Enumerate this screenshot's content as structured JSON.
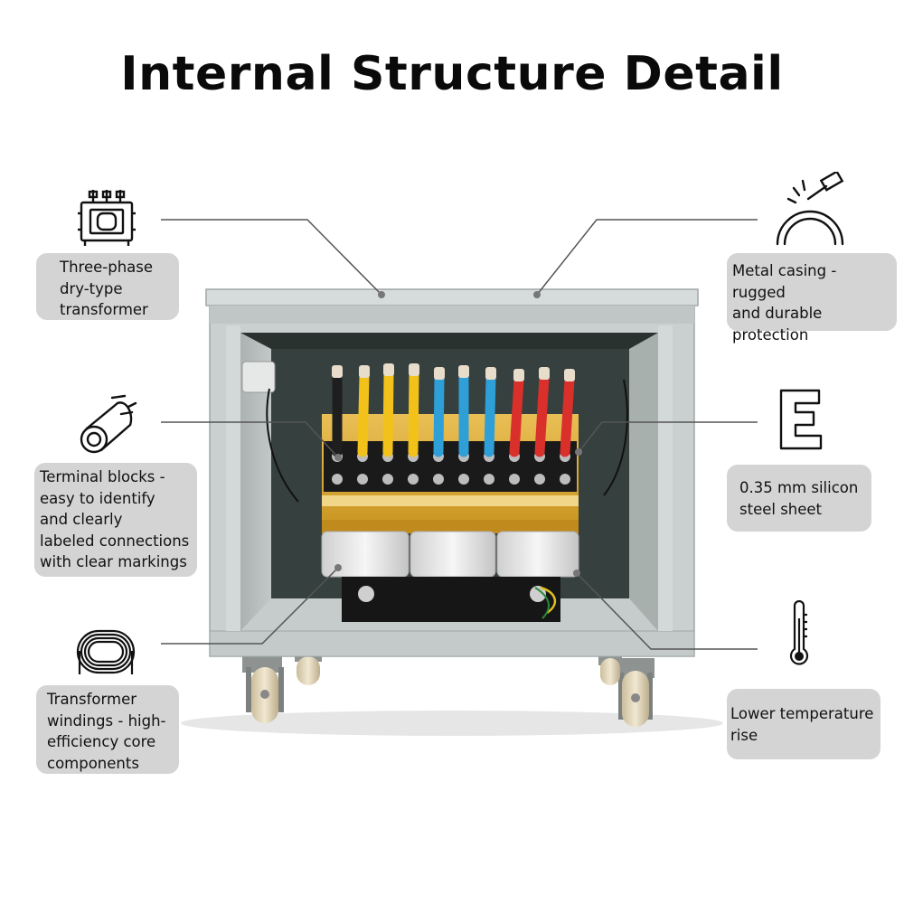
{
  "title": "Internal Structure Detail",
  "callouts": {
    "three_phase": "Three-phase\ndry-type\ntransformer",
    "metal_casing": "Metal casing - rugged\n and durable\nprotection",
    "terminal_blocks": "Terminal blocks -\neasy to identify\nand clearly\nlabeled connections\nwith clear markings",
    "silicon_steel": "0.35 mm silicon\nsteel sheet",
    "windings": "Transformer\nwindings - high-\nefficiency core\ncomponents",
    "temperature": "Lower temperature\nrise"
  },
  "icons": {
    "three_phase": "transformer-icon",
    "metal_casing": "hammer-dome-icon",
    "terminal_blocks": "cable-roll-icon",
    "silicon_steel": "e-core-icon",
    "windings": "coil-icon",
    "temperature": "thermometer-icon"
  },
  "colors": {
    "cabinet": "#c9d0cf",
    "cabinet_interior": "#2a3230",
    "label_bg": "#d4d4d4",
    "gold_plate": "#d9a93a",
    "cable_yellow": "#f2c21b",
    "cable_blue": "#2f9fd8",
    "cable_red": "#d9302c",
    "cable_black": "#1e1e1e"
  }
}
